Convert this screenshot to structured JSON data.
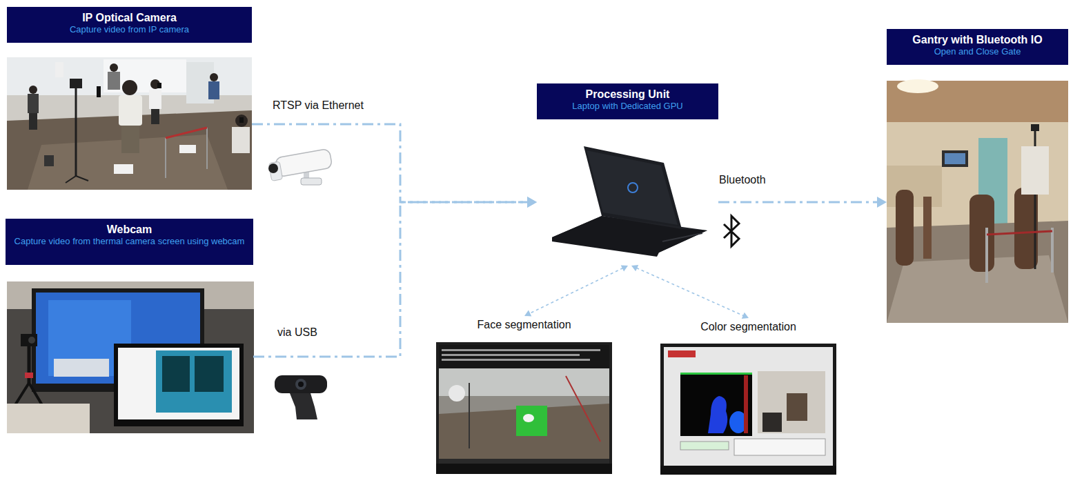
{
  "diagram": {
    "nodes": [
      {
        "text": [
          "IP Optical Camera",
          "Capture video from IP camera"
        ]
      },
      {
        "text": [
          "Webcam",
          "Capture video from thermal camera screen using webcam"
        ]
      },
      {
        "text": [
          "Processing Unit",
          "Laptop with Dedicated GPU"
        ]
      },
      {
        "text": [
          "Gantry with Bluetooth IO",
          "Open and Close Gate"
        ]
      },
      {
        "text": [
          "Face segmentation"
        ]
      },
      {
        "text": [
          "Color segmentation"
        ]
      }
    ],
    "edges": [
      {
        "from": 0,
        "to": 2,
        "arrow": "to",
        "label": "RTSP via Ethernet"
      },
      {
        "from": 1,
        "to": 2,
        "arrow": "to",
        "label": "via USB"
      },
      {
        "from": 2,
        "to": 3,
        "arrow": "to",
        "label": "Bluetooth"
      },
      {
        "from": 2,
        "to": 4,
        "arrow": "both"
      },
      {
        "from": 2,
        "to": 5,
        "arrow": "both"
      }
    ]
  }
}
